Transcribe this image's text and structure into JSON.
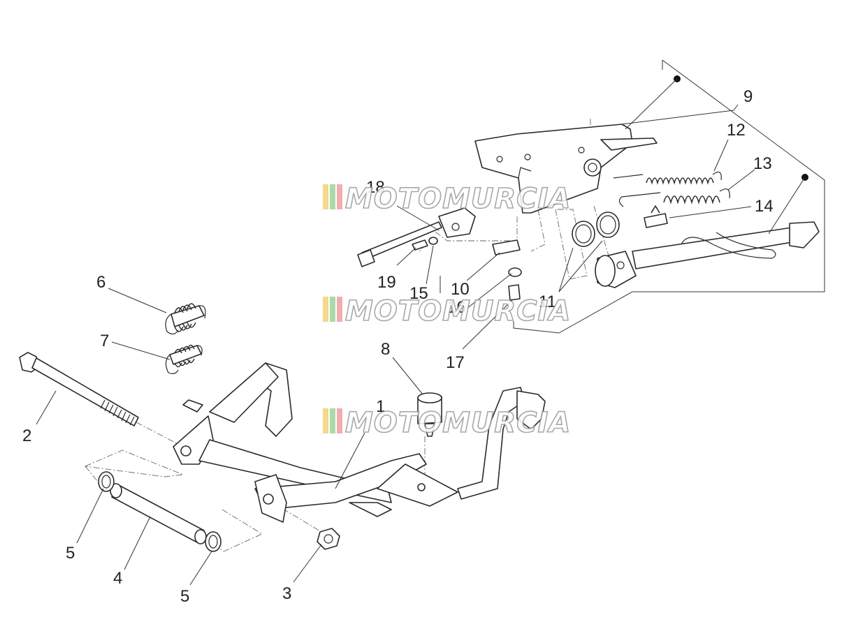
{
  "diagram": {
    "callouts": [
      {
        "id": "c1",
        "label": "1"
      },
      {
        "id": "c2",
        "label": "2"
      },
      {
        "id": "c3",
        "label": "3"
      },
      {
        "id": "c4",
        "label": "4"
      },
      {
        "id": "c5a",
        "label": "5"
      },
      {
        "id": "c5b",
        "label": "5"
      },
      {
        "id": "c6",
        "label": "6"
      },
      {
        "id": "c7",
        "label": "7"
      },
      {
        "id": "c8",
        "label": "8"
      },
      {
        "id": "c9",
        "label": "9"
      },
      {
        "id": "c10",
        "label": "10"
      },
      {
        "id": "c11",
        "label": "11"
      },
      {
        "id": "c12",
        "label": "12"
      },
      {
        "id": "c13",
        "label": "13"
      },
      {
        "id": "c14",
        "label": "14"
      },
      {
        "id": "c15",
        "label": "15"
      },
      {
        "id": "c16",
        "label": "16"
      },
      {
        "id": "c17",
        "label": "17"
      },
      {
        "id": "c18",
        "label": "18"
      },
      {
        "id": "c19",
        "label": "19"
      }
    ]
  },
  "watermark": {
    "text": "MOTOMURCIA",
    "stripe_colors": [
      "#f2d27a",
      "#9fd39a",
      "#f0a0a0"
    ]
  }
}
